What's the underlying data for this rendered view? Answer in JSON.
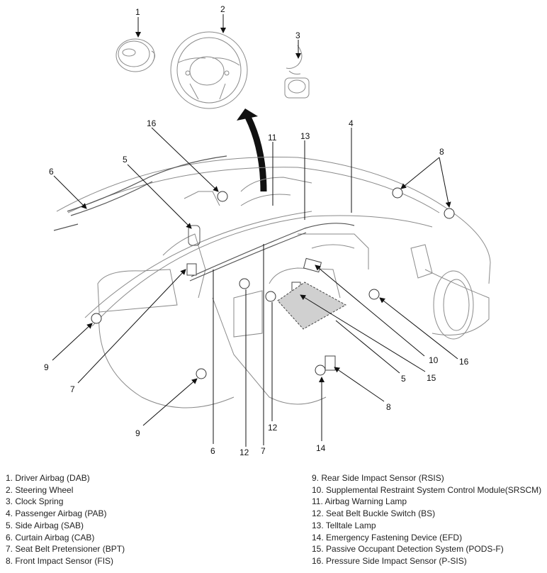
{
  "callouts": {
    "c1": "1",
    "c2": "2",
    "c3": "3",
    "c4": "4",
    "c5a": "5",
    "c5b": "5",
    "c6a": "6",
    "c6b": "6",
    "c7a": "7",
    "c7b": "7",
    "c8a": "8",
    "c8b": "8",
    "c9a": "9",
    "c9b": "9",
    "c10": "10",
    "c11": "11",
    "c12a": "12",
    "c12b": "12",
    "c13": "13",
    "c14": "14",
    "c15": "15",
    "c16a": "16",
    "c16b": "16"
  },
  "legend": {
    "left": [
      "1. Driver Airbag (DAB)",
      "2. Steering Wheel",
      "3. Clock Spring",
      "4. Passenger Airbag (PAB)",
      "5. Side Airbag (SAB)",
      "6. Curtain Airbag (CAB)",
      "7. Seat Belt Pretensioner (BPT)",
      "8. Front Impact Sensor (FIS)"
    ],
    "right": [
      "9. Rear Side Impact Sensor (RSIS)",
      "10. Supplemental Restraint System Control Module(SRSCM)",
      "11. Airbag Warning Lamp",
      "12. Seat Belt Buckle Switch (BS)",
      "13. Telltale Lamp",
      "14. Emergency Fastening Device (EFD)",
      "15. Passive Occupant Detection System (PODS-F)",
      "16. Pressure Side Impact Sensor (P-SIS)"
    ]
  },
  "colors": {
    "line": "#222222",
    "drawing": "#8a8a8a",
    "sensor_fill": "#ffffff",
    "mat_fill": "#d0d0d0"
  }
}
